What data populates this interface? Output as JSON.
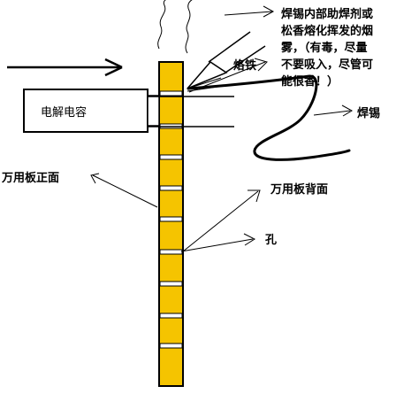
{
  "colors": {
    "board_fill": "#f5c400",
    "stroke": "#000000",
    "background": "#ffffff",
    "pad_fill": "#ffffff"
  },
  "labels": {
    "capacitor": "电解电容",
    "board_front": "万用板正面",
    "board_back": "万用板背面",
    "hole": "孔",
    "solder": "焊锡",
    "iron": "烙铁",
    "smoke_note_lines": [
      "焊锡内部助焊剂或",
      "松香熔化挥发的烟",
      "雾，（有毒，尽量",
      "不要吸入，尽管可",
      "能很香！）"
    ]
  },
  "icons": {
    "insert_direction": "right-arrow-icon",
    "smoke": "smoke-squiggle-icon",
    "solder_wire": "solder-wire-icon",
    "soldering_iron": "soldering-iron-icon"
  }
}
